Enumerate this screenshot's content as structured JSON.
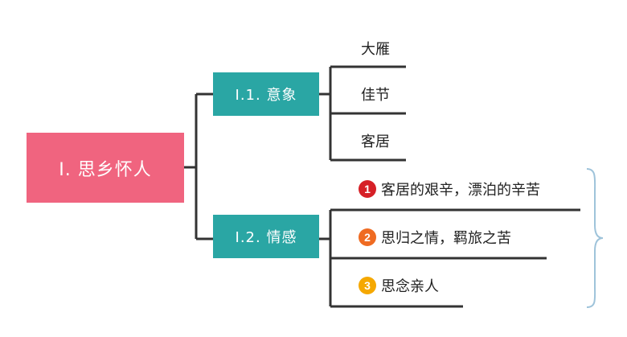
{
  "root": {
    "label": "I. 思乡怀人"
  },
  "branches": [
    {
      "label": "I.1. 意象",
      "leaves": [
        "大雁",
        "佳节",
        "客居"
      ]
    },
    {
      "label": "I.2. 情感",
      "leaves": [
        {
          "num": "1",
          "text": "客居的艰辛，漂泊的辛苦",
          "color": "#d62027"
        },
        {
          "num": "2",
          "text": "思归之情，羁旅之苦",
          "color": "#ef6b22"
        },
        {
          "num": "3",
          "text": "思念亲人",
          "color": "#f5a800"
        }
      ]
    }
  ],
  "colors": {
    "root": "#f0647f",
    "branch": "#2aa6a4",
    "line": "#333333",
    "brace": "#9ec3da"
  }
}
